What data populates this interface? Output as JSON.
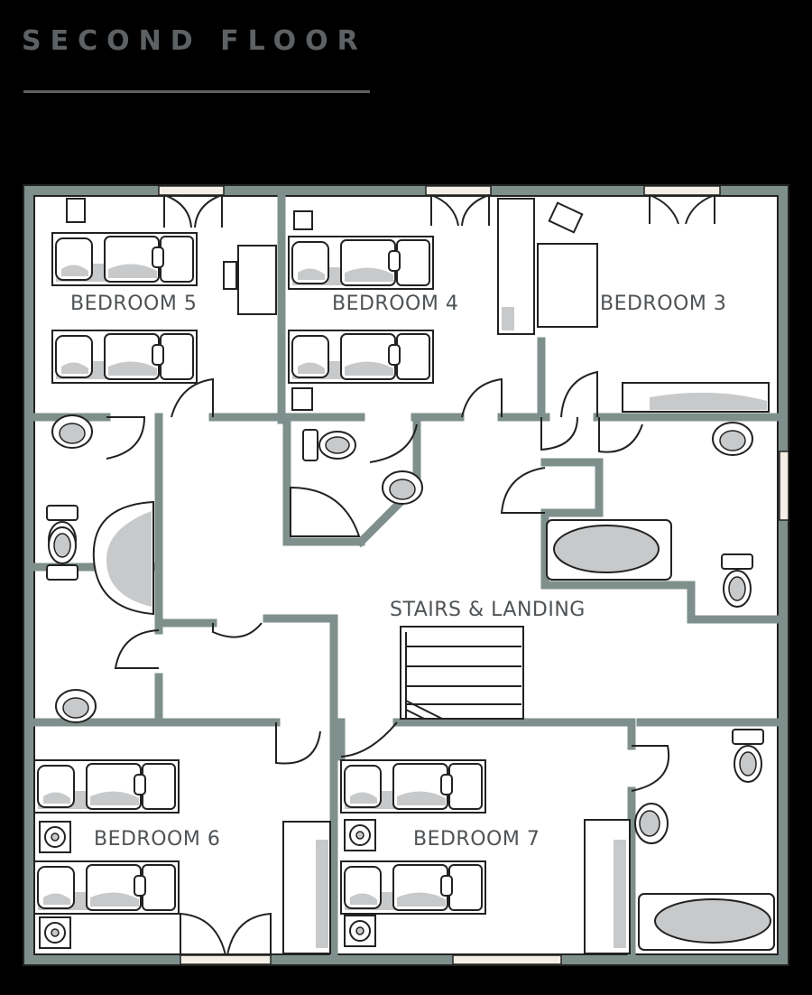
{
  "header": {
    "title": "SECOND FLOOR"
  },
  "rooms": {
    "bedroom_5": "BEDROOM 5",
    "bedroom_4": "BEDROOM 4",
    "bedroom_3": "BEDROOM 3",
    "stairs_landing": "STAIRS & LANDING",
    "bedroom_6": "BEDROOM 6",
    "bedroom_7": "BEDROOM 7"
  },
  "colors": {
    "wall": "#7f908c",
    "outline": "#222222",
    "shade": "#c8c9ca",
    "floor": "#ffffff",
    "background": "#000000",
    "text": "#4f5356"
  }
}
